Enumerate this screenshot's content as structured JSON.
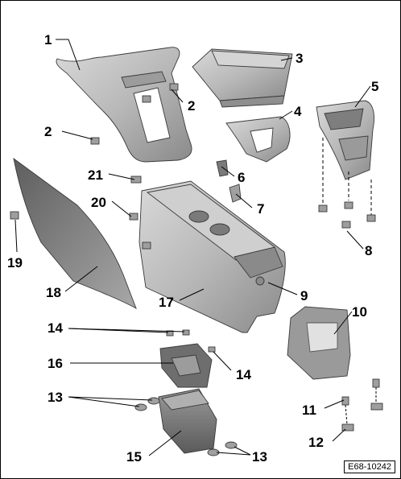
{
  "figure_ref": "E68-10242",
  "callouts": [
    {
      "id": "1",
      "label": "1"
    },
    {
      "id": "2a",
      "label": "2"
    },
    {
      "id": "2b",
      "label": "2"
    },
    {
      "id": "3",
      "label": "3"
    },
    {
      "id": "4",
      "label": "4"
    },
    {
      "id": "5",
      "label": "5"
    },
    {
      "id": "6",
      "label": "6"
    },
    {
      "id": "7",
      "label": "7"
    },
    {
      "id": "8",
      "label": "8"
    },
    {
      "id": "9",
      "label": "9"
    },
    {
      "id": "10",
      "label": "10"
    },
    {
      "id": "11",
      "label": "11"
    },
    {
      "id": "12",
      "label": "12"
    },
    {
      "id": "13a",
      "label": "13"
    },
    {
      "id": "13b",
      "label": "13"
    },
    {
      "id": "14a",
      "label": "14"
    },
    {
      "id": "14b",
      "label": "14"
    },
    {
      "id": "15",
      "label": "15"
    },
    {
      "id": "16",
      "label": "16"
    },
    {
      "id": "17",
      "label": "17"
    },
    {
      "id": "18",
      "label": "18"
    },
    {
      "id": "19",
      "label": "19"
    },
    {
      "id": "20",
      "label": "20"
    },
    {
      "id": "21",
      "label": "21"
    }
  ],
  "colors": {
    "part_fill": "#b9b9b9",
    "part_dark": "#8e8e8e",
    "part_light": "#d6d6d6",
    "panel_dark": "#6f6f6f"
  }
}
